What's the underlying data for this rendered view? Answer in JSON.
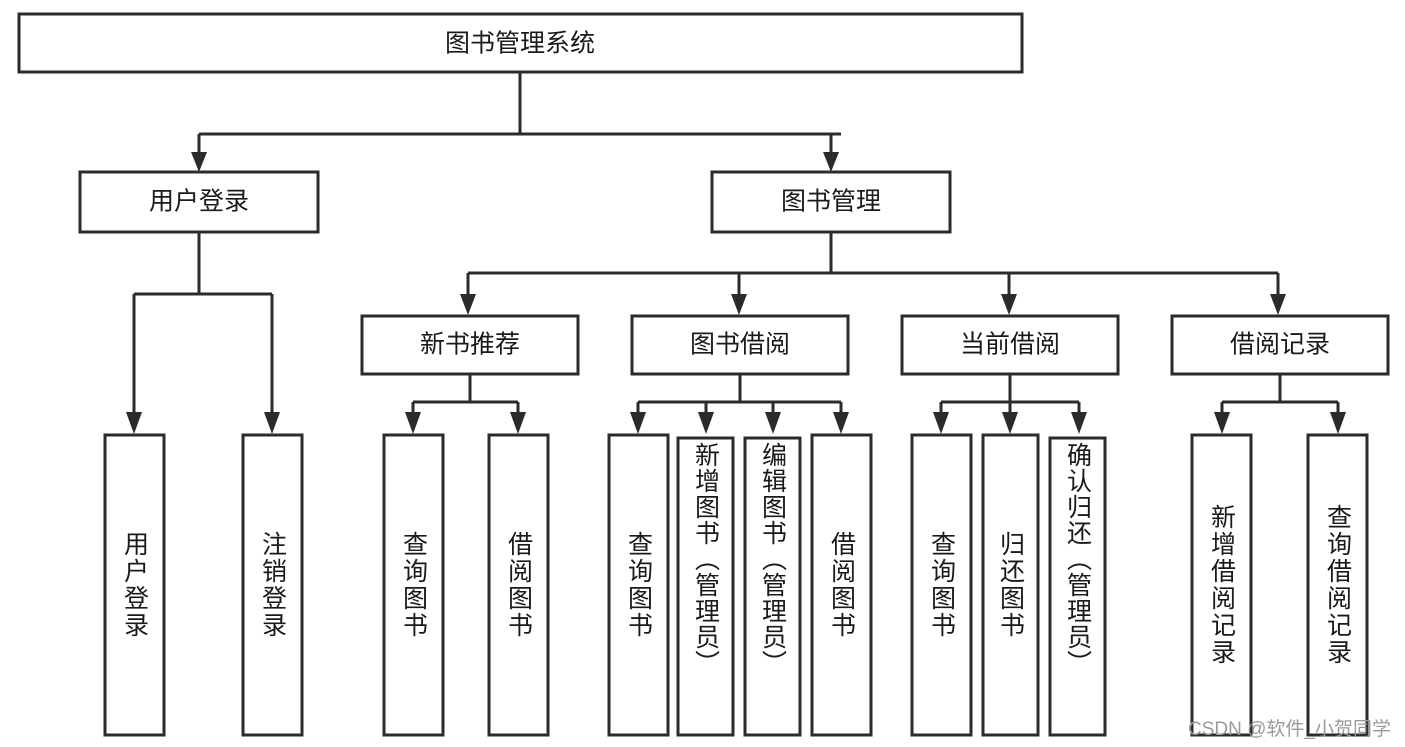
{
  "diagram": {
    "type": "tree-hierarchy",
    "title": "图书管理系统",
    "watermark": "CSDN @软件_小贺同学",
    "colors": {
      "box_stroke": "#2b2b2b",
      "box_fill": "#ffffff",
      "text": "#1a1a1a",
      "connector": "#2b2b2b",
      "watermark": "#9a9a9a",
      "background": "#ffffff"
    },
    "levels": {
      "level0": "系统",
      "level1": "模块",
      "level2": "子模块",
      "level3": "功能"
    },
    "nodes": {
      "root": {
        "label": "图书管理系统",
        "orientation": "horizontal"
      },
      "n_user_login": {
        "label": "用户登录",
        "orientation": "horizontal"
      },
      "n_book_mgmt": {
        "label": "图书管理",
        "orientation": "horizontal"
      },
      "n_new_book_rec": {
        "label": "新书推荐",
        "orientation": "horizontal"
      },
      "n_book_borrow": {
        "label": "图书借阅",
        "orientation": "horizontal"
      },
      "n_current_borrow": {
        "label": "当前借阅",
        "orientation": "horizontal"
      },
      "n_borrow_record": {
        "label": "借阅记录",
        "orientation": "horizontal"
      },
      "leaf_user_login": {
        "label": "用户登录",
        "orientation": "vertical"
      },
      "leaf_logout": {
        "label": "注销登录",
        "orientation": "vertical"
      },
      "leaf_query_book_1": {
        "label": "查询图书",
        "orientation": "vertical"
      },
      "leaf_borrow_book_1": {
        "label": "借阅图书",
        "orientation": "vertical"
      },
      "leaf_query_book_2": {
        "label": "查询图书",
        "orientation": "vertical"
      },
      "leaf_add_book": {
        "label": "新增图书（管理员）",
        "orientation": "vertical"
      },
      "leaf_edit_book": {
        "label": "编辑图书（管理员）",
        "orientation": "vertical"
      },
      "leaf_borrow_book_2": {
        "label": "借阅图书",
        "orientation": "vertical"
      },
      "leaf_query_book_3": {
        "label": "查询图书",
        "orientation": "vertical"
      },
      "leaf_return_book": {
        "label": "归还图书",
        "orientation": "vertical"
      },
      "leaf_confirm_return": {
        "label": "确认归还（管理员）",
        "orientation": "vertical"
      },
      "leaf_add_record": {
        "label": "新增借阅记录",
        "orientation": "vertical"
      },
      "leaf_query_record": {
        "label": "查询借阅记录",
        "orientation": "vertical"
      }
    },
    "edges": [
      {
        "from": "root",
        "to": "n_user_login"
      },
      {
        "from": "root",
        "to": "n_book_mgmt"
      },
      {
        "from": "n_user_login",
        "to": "leaf_user_login"
      },
      {
        "from": "n_user_login",
        "to": "leaf_logout"
      },
      {
        "from": "n_book_mgmt",
        "to": "n_new_book_rec"
      },
      {
        "from": "n_book_mgmt",
        "to": "n_book_borrow"
      },
      {
        "from": "n_book_mgmt",
        "to": "n_current_borrow"
      },
      {
        "from": "n_book_mgmt",
        "to": "n_borrow_record"
      },
      {
        "from": "n_new_book_rec",
        "to": "leaf_query_book_1"
      },
      {
        "from": "n_new_book_rec",
        "to": "leaf_borrow_book_1"
      },
      {
        "from": "n_book_borrow",
        "to": "leaf_query_book_2"
      },
      {
        "from": "n_book_borrow",
        "to": "leaf_add_book"
      },
      {
        "from": "n_book_borrow",
        "to": "leaf_edit_book"
      },
      {
        "from": "n_book_borrow",
        "to": "leaf_borrow_book_2"
      },
      {
        "from": "n_current_borrow",
        "to": "leaf_query_book_3"
      },
      {
        "from": "n_current_borrow",
        "to": "leaf_return_book"
      },
      {
        "from": "n_current_borrow",
        "to": "leaf_confirm_return"
      },
      {
        "from": "n_borrow_record",
        "to": "leaf_add_record"
      },
      {
        "from": "n_borrow_record",
        "to": "leaf_query_record"
      }
    ]
  }
}
